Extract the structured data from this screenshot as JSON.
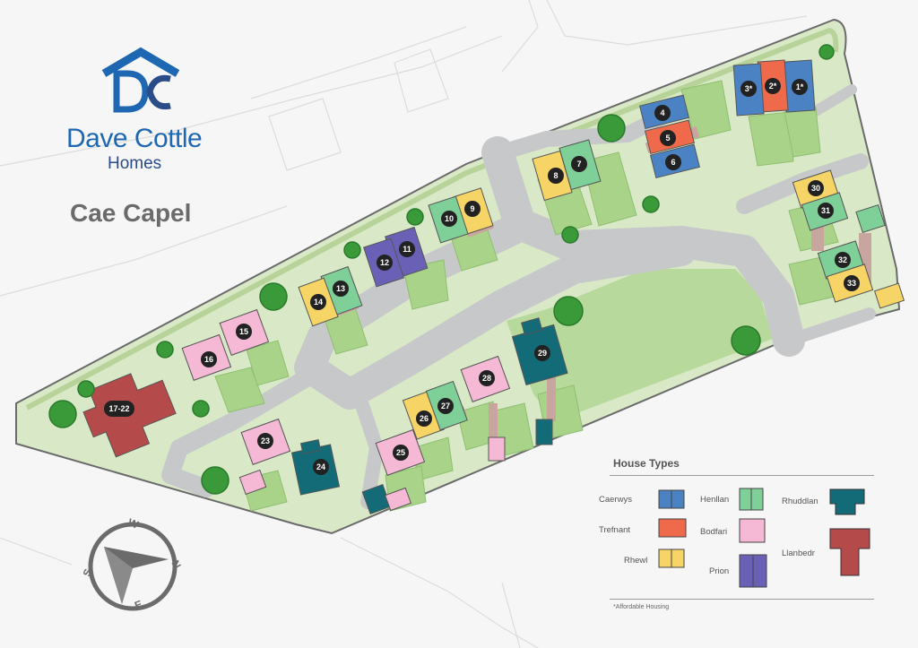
{
  "brand": {
    "company": "Dave Cottle",
    "sub": "Homes",
    "development": "Cae Capel",
    "colors": {
      "primary": "#1e67b2",
      "dark": "#2a4c89"
    }
  },
  "legend": {
    "title": "House Types",
    "types": [
      {
        "id": "caerwys",
        "name": "Caerwys",
        "color": "#4a82c4"
      },
      {
        "id": "trefnant",
        "name": "Trefnant",
        "color": "#ef6a4a"
      },
      {
        "id": "rhewl",
        "name": "Rhewl",
        "color": "#f6d465"
      },
      {
        "id": "henllan",
        "name": "Henllan",
        "color": "#7fcf98"
      },
      {
        "id": "bodfari",
        "name": "Bodfari",
        "color": "#f5b9d6"
      },
      {
        "id": "prion",
        "name": "Prion",
        "color": "#6a61b7"
      },
      {
        "id": "rhuddlan",
        "name": "Rhuddlan",
        "color": "#146b78"
      },
      {
        "id": "llanbedr",
        "name": "Llanbedr",
        "color": "#b54a4a"
      }
    ],
    "note": "*Affordable Housing"
  },
  "plots": [
    {
      "label": "1*",
      "type": "caerwys"
    },
    {
      "label": "2*",
      "type": "trefnant"
    },
    {
      "label": "3*",
      "type": "caerwys"
    },
    {
      "label": "4",
      "type": "caerwys"
    },
    {
      "label": "5",
      "type": "trefnant"
    },
    {
      "label": "6",
      "type": "caerwys"
    },
    {
      "label": "7",
      "type": "henllan"
    },
    {
      "label": "8",
      "type": "rhewl"
    },
    {
      "label": "9",
      "type": "rhewl"
    },
    {
      "label": "10",
      "type": "henllan"
    },
    {
      "label": "11",
      "type": "prion"
    },
    {
      "label": "12",
      "type": "prion"
    },
    {
      "label": "13",
      "type": "henllan"
    },
    {
      "label": "14",
      "type": "rhewl"
    },
    {
      "label": "15",
      "type": "bodfari"
    },
    {
      "label": "16",
      "type": "bodfari"
    },
    {
      "label": "17-22",
      "type": "llanbedr"
    },
    {
      "label": "23",
      "type": "bodfari"
    },
    {
      "label": "24",
      "type": "rhuddlan"
    },
    {
      "label": "25",
      "type": "bodfari"
    },
    {
      "label": "26",
      "type": "rhewl"
    },
    {
      "label": "27",
      "type": "henllan"
    },
    {
      "label": "28",
      "type": "bodfari"
    },
    {
      "label": "29",
      "type": "rhuddlan"
    },
    {
      "label": "30",
      "type": "rhewl"
    },
    {
      "label": "31",
      "type": "henllan"
    },
    {
      "label": "32",
      "type": "henllan"
    },
    {
      "label": "33",
      "type": "rhewl"
    }
  ],
  "compass": {
    "n": "N",
    "e": "E",
    "s": "S",
    "w": "W"
  }
}
